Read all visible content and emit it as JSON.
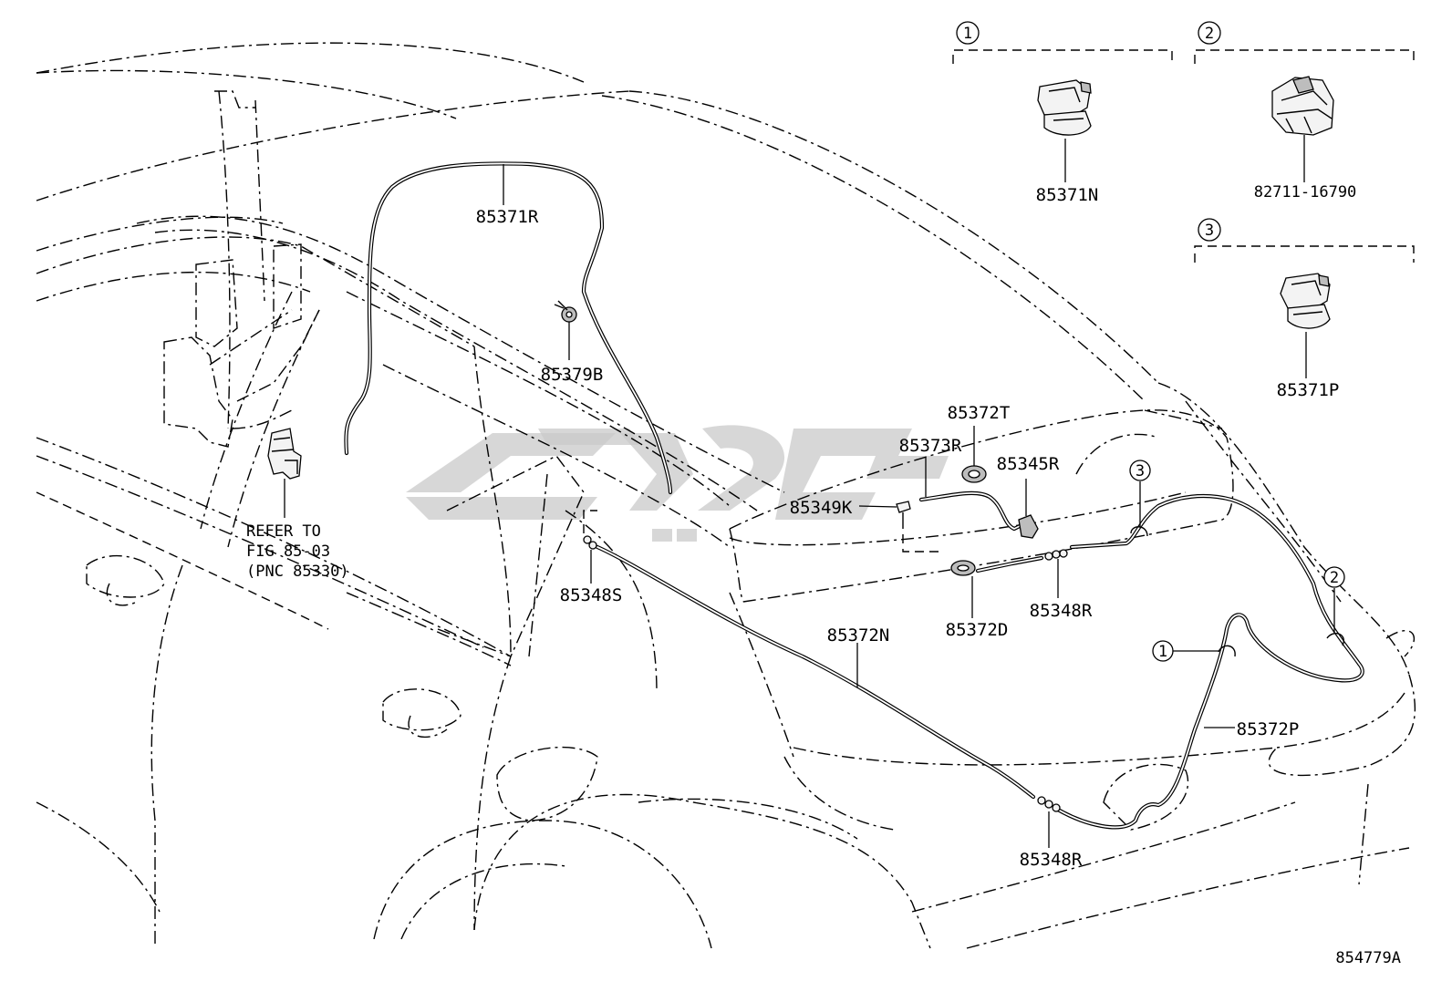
{
  "diagram_id": "854779A",
  "callouts": [
    {
      "key": "85371R",
      "text": "85371R"
    },
    {
      "key": "85379B",
      "text": "85379B"
    },
    {
      "key": "85372T",
      "text": "85372T"
    },
    {
      "key": "85373R",
      "text": "85373R"
    },
    {
      "key": "85345R",
      "text": "85345R"
    },
    {
      "key": "85349K",
      "text": "85349K"
    },
    {
      "key": "85348S",
      "text": "85348S"
    },
    {
      "key": "85348R_a",
      "text": "85348R"
    },
    {
      "key": "85372D",
      "text": "85372D"
    },
    {
      "key": "85372N",
      "text": "85372N"
    },
    {
      "key": "85372P",
      "text": "85372P"
    },
    {
      "key": "85348R_b",
      "text": "85348R"
    },
    {
      "key": "85371N",
      "text": "85371N"
    },
    {
      "key": "82711-16790",
      "text": "82711-16790"
    },
    {
      "key": "85371P",
      "text": "85371P"
    }
  ],
  "refer": {
    "line1": "REFER TO",
    "line2": "FIG 85-03",
    "line3": "(PNC 85330)"
  },
  "markers": {
    "m1": "1",
    "m2": "2",
    "m3": "3"
  },
  "insets": [
    {
      "marker": "1",
      "part": "85371N"
    },
    {
      "marker": "2",
      "part": "82711-16790"
    },
    {
      "marker": "3",
      "part": "85371P"
    }
  ],
  "watermark_present": true
}
